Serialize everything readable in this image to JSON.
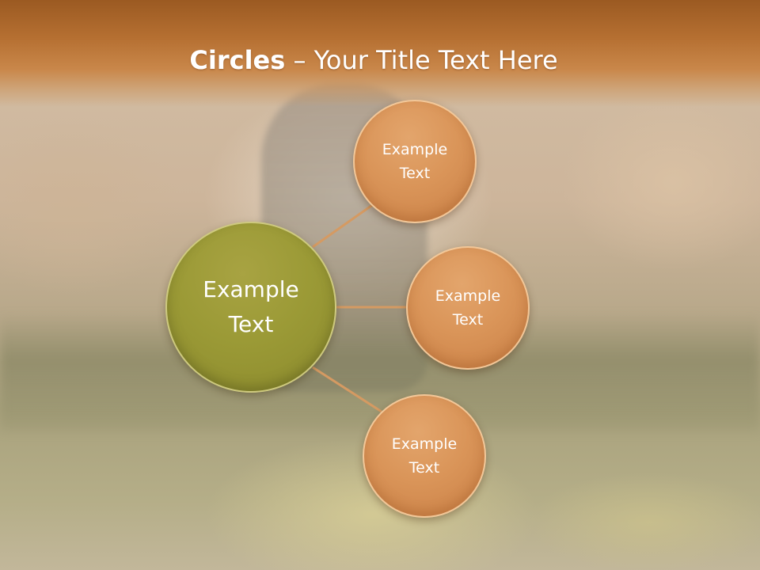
{
  "slide": {
    "title_bold": "Circles",
    "title_rest": " – Your Title Text Here"
  },
  "diagram": {
    "center": {
      "label_line1": "Example",
      "label_line2": "Text",
      "color": "#9b9a36"
    },
    "satellites": [
      {
        "label_line1": "Example",
        "label_line2": "Text",
        "color": "#da9559"
      },
      {
        "label_line1": "Example",
        "label_line2": "Text",
        "color": "#da9559"
      },
      {
        "label_line1": "Example",
        "label_line2": "Text",
        "color": "#da9559"
      }
    ],
    "connector_color": "#d59a62"
  },
  "colors": {
    "header": "#b56f31",
    "title_text": "#ffffff"
  }
}
